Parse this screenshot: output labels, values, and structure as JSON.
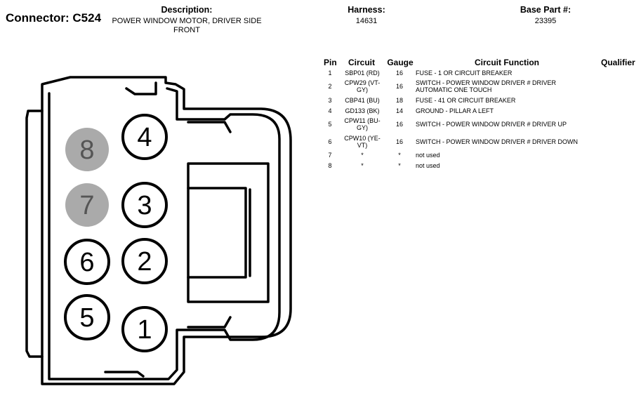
{
  "header": {
    "connector": "Connector: C524",
    "description_label": "Description:",
    "description_value": "POWER WINDOW MOTOR, DRIVER SIDE FRONT",
    "harness_label": "Harness:",
    "harness_value": "14631",
    "base_part_label": "Base Part #:",
    "base_part_value": "23395"
  },
  "table": {
    "headers": {
      "pin": "Pin",
      "circuit": "Circuit",
      "gauge": "Gauge",
      "function": "Circuit Function",
      "qualifier": "Qualifier"
    },
    "rows": [
      {
        "pin": "1",
        "circuit": "SBP01 (RD)",
        "gauge": "16",
        "function": "FUSE - 1 OR CIRCUIT BREAKER"
      },
      {
        "pin": "2",
        "circuit": "CPW29 (VT-GY)",
        "gauge": "16",
        "function": "SWITCH - POWER WINDOW DRIVER # DRIVER AUTOMATIC ONE TOUCH"
      },
      {
        "pin": "3",
        "circuit": "CBP41 (BU)",
        "gauge": "18",
        "function": "FUSE - 41 OR CIRCUIT BREAKER"
      },
      {
        "pin": "4",
        "circuit": "GD133 (BK)",
        "gauge": "14",
        "function": "GROUND - PILLAR A LEFT"
      },
      {
        "pin": "5",
        "circuit": "CPW11 (BU-GY)",
        "gauge": "16",
        "function": "SWITCH - POWER WINDOW DRIVER # DRIVER UP"
      },
      {
        "pin": "6",
        "circuit": "CPW10 (YE-VT)",
        "gauge": "16",
        "function": "SWITCH - POWER WINDOW DRIVER # DRIVER DOWN"
      },
      {
        "pin": "7",
        "circuit": "*",
        "gauge": "*",
        "function": "not used"
      },
      {
        "pin": "8",
        "circuit": "*",
        "gauge": "*",
        "function": "not used"
      }
    ]
  },
  "connector_pins": [
    {
      "label": "8",
      "used": false
    },
    {
      "label": "4",
      "used": true
    },
    {
      "label": "7",
      "used": false
    },
    {
      "label": "3",
      "used": true
    },
    {
      "label": "6",
      "used": true
    },
    {
      "label": "2",
      "used": true
    },
    {
      "label": "5",
      "used": true
    },
    {
      "label": "1",
      "used": true
    }
  ],
  "colors": {
    "unused_pin_fill": "#aaaaaa",
    "unused_pin_text": "#555555",
    "used_pin_fill": "#ffffff",
    "outline": "#000000"
  }
}
